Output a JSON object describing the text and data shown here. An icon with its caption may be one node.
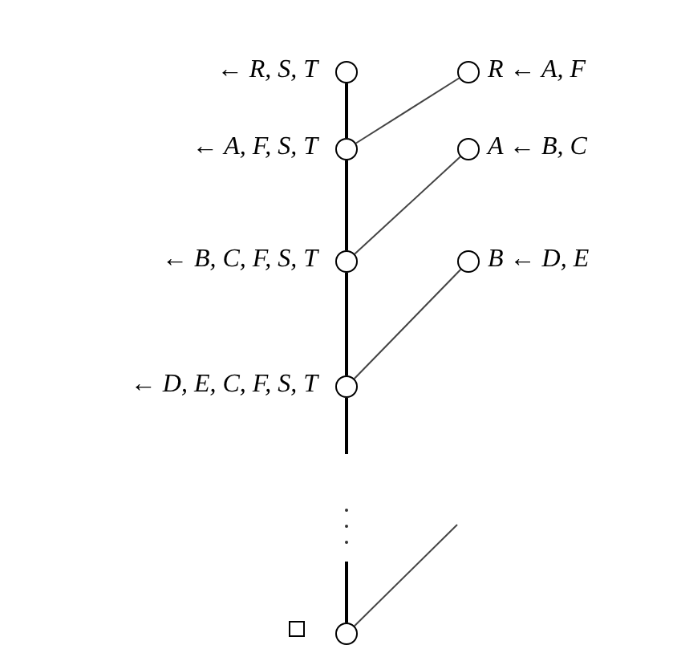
{
  "diagram": {
    "nodes": [
      {
        "text": [],
        "shape": "circle",
        "beside": [
          "← R, S, T"
        ]
      },
      {
        "text": [],
        "shape": "circle",
        "beside": [
          "R ← A, F"
        ]
      },
      {
        "text": [],
        "shape": "circle",
        "beside": [
          "← A, F, S, T"
        ]
      },
      {
        "text": [],
        "shape": "circle",
        "beside": [
          "A ← B, C"
        ]
      },
      {
        "text": [],
        "shape": "circle",
        "beside": [
          "← B, C, F, S, T"
        ]
      },
      {
        "text": [],
        "shape": "circle",
        "beside": [
          "B ← D, E"
        ]
      },
      {
        "text": [],
        "shape": "circle",
        "beside": [
          "← D, E, C, F, S, T"
        ]
      },
      {
        "text": [],
        "shape": "box"
      },
      {
        "text": [],
        "shape": "circle"
      }
    ],
    "edges": [
      {
        "from": 0,
        "to": 2,
        "arrow": "none"
      },
      {
        "from": 2,
        "to": 4,
        "arrow": "none"
      },
      {
        "from": 4,
        "to": 6,
        "arrow": "none"
      },
      {
        "from": 6,
        "to": null,
        "arrow": "none"
      },
      {
        "from": null,
        "to": 8,
        "arrow": "none"
      },
      {
        "from": 1,
        "to": 2,
        "arrow": "none",
        "color": "#444444"
      },
      {
        "from": 3,
        "to": 4,
        "arrow": "none",
        "color": "#444444"
      },
      {
        "from": 5,
        "to": 6,
        "arrow": "none",
        "color": "#444444"
      },
      {
        "from": 8,
        "to": null,
        "arrow": "none",
        "color": "#444444"
      }
    ]
  }
}
